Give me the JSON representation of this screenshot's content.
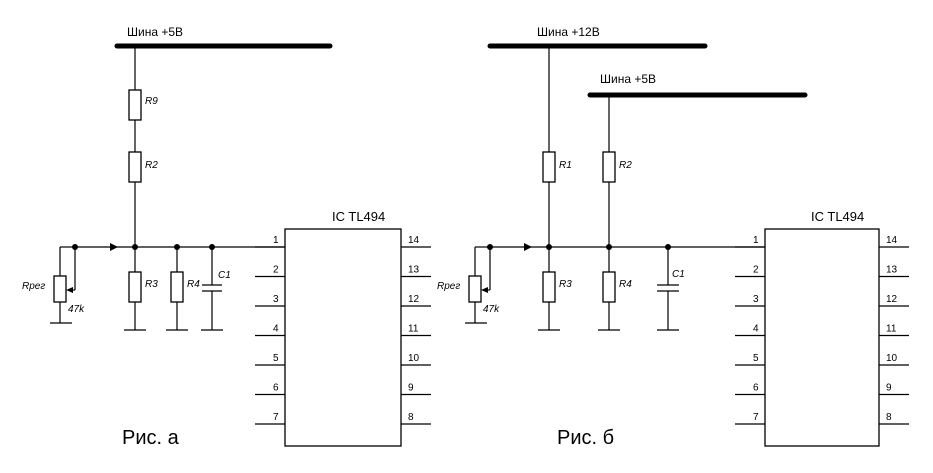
{
  "diagram_a": {
    "bus_label": "Шина  +5В",
    "r_top": "R9",
    "r_mid": "R2",
    "r_low": "R3",
    "r_low2": "R4",
    "cap": "C1",
    "pot_label": "Rрег",
    "pot_value": "47k",
    "ic_label": "IC  TL494",
    "caption": "Рис. а"
  },
  "diagram_b": {
    "bus_12_label": "Шина  +12В",
    "bus_5_label": "Шина  +5В",
    "r_top1": "R1",
    "r_top2": "R2",
    "r_low": "R3",
    "r_low2": "R4",
    "cap": "C1",
    "pot_label": "Rрег",
    "pot_value": "47k",
    "ic_label": "IC  TL494",
    "caption": "Рис. б"
  },
  "ic_pins_left": [
    "1",
    "2",
    "3",
    "4",
    "5",
    "6",
    "7"
  ],
  "ic_pins_right": [
    "14",
    "13",
    "12",
    "11",
    "10",
    "9",
    "8"
  ]
}
